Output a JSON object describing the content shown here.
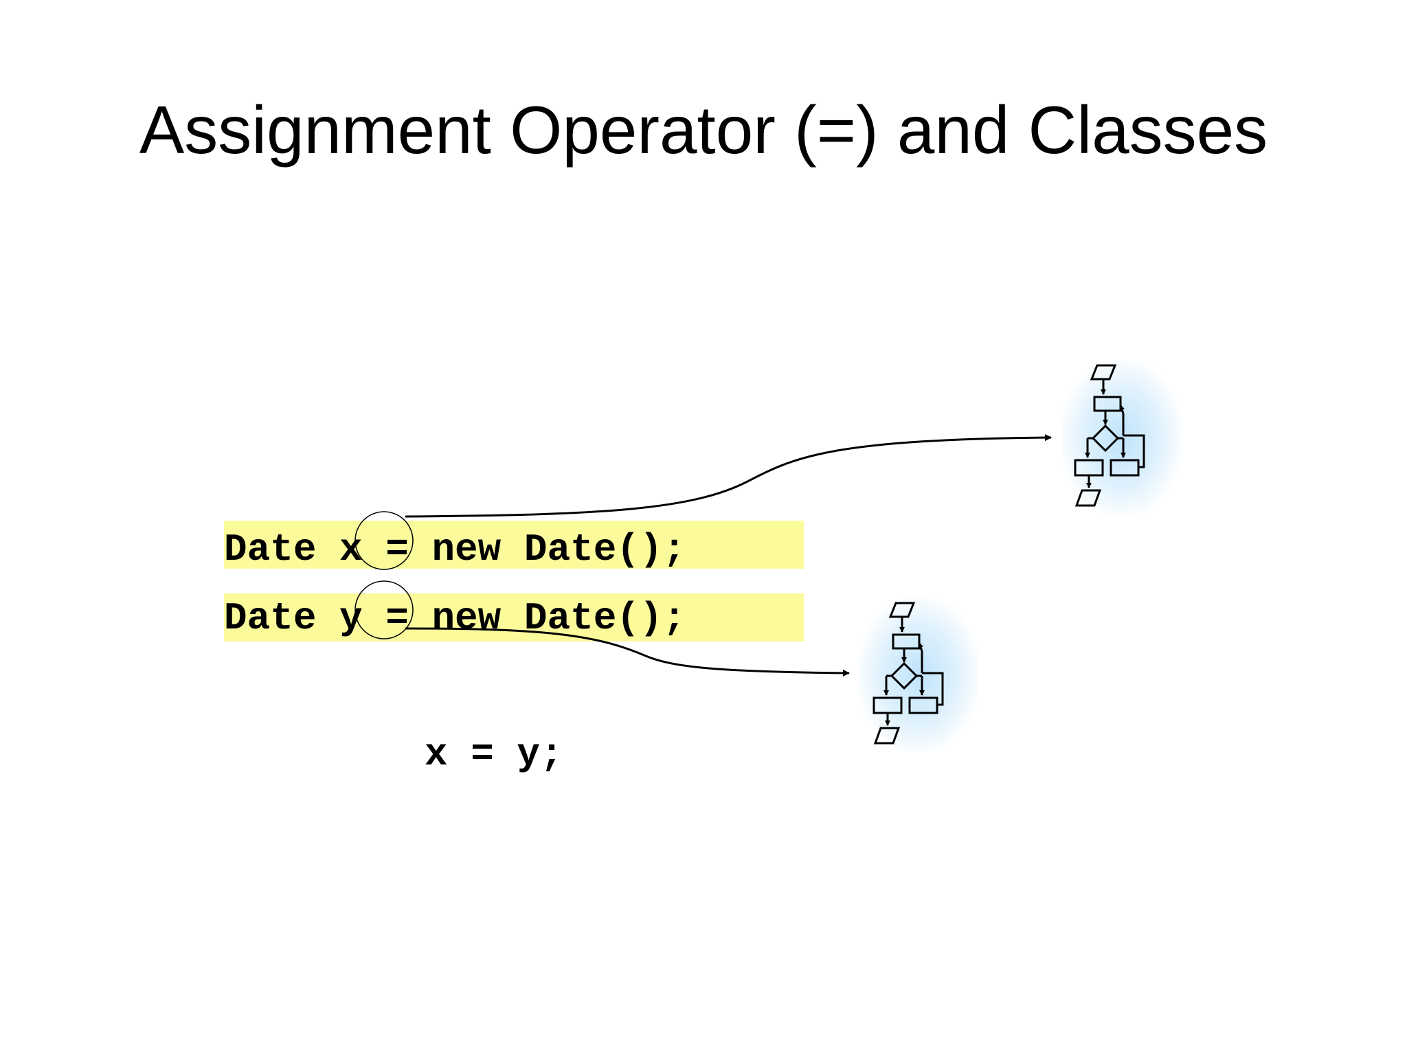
{
  "slide": {
    "title": "Assignment Operator (=) and Classes",
    "code": {
      "line1": "Date x = new Date();",
      "line2": "Date y = new Date();",
      "assignment": "x = y;"
    },
    "colors": {
      "highlight": "#fbfb9c",
      "object_glow": "#bfe3fb"
    },
    "icons": [
      "flowchart-object-icon",
      "flowchart-object-icon"
    ]
  }
}
